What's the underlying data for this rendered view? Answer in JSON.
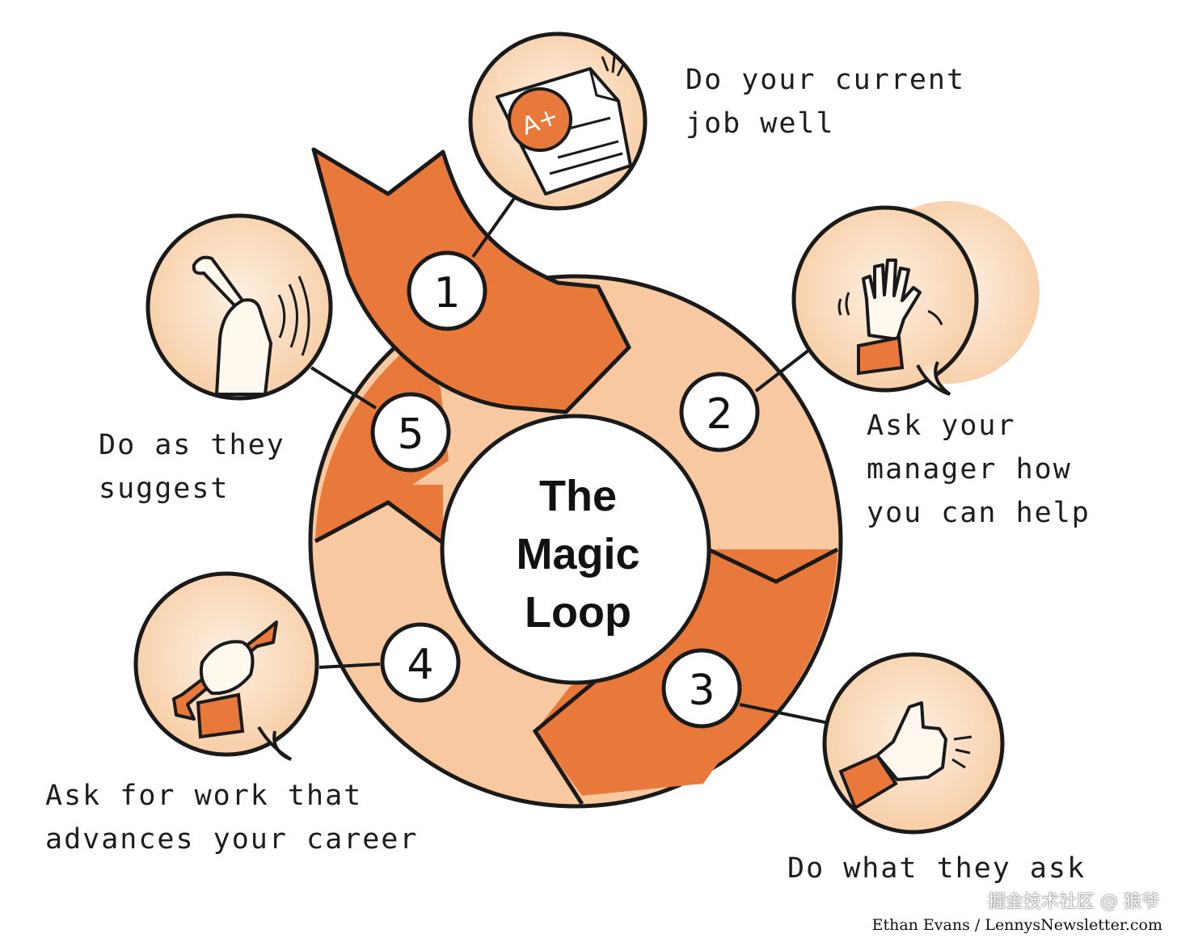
{
  "title": "The\nMagic\nLoop",
  "steps": [
    {
      "number": "1",
      "label": "Do your current\njob well",
      "icon": "a-plus-paper-icon"
    },
    {
      "number": "2",
      "label": "Ask your\nmanager how\nyou can help",
      "icon": "raised-hand-icon"
    },
    {
      "number": "3",
      "label": "Do what they ask",
      "icon": "thumbs-up-icon"
    },
    {
      "number": "4",
      "label": "Ask for work that\nadvances your career",
      "icon": "fist-wrench-icon"
    },
    {
      "number": "5",
      "label": "Do as they\nsuggest",
      "icon": "hand-wrench-icon"
    }
  ],
  "paper_badge": "A+",
  "credit": "Ethan Evans / LennysNewsletter.com",
  "watermark": "掘金技术社区 @ 狼爷",
  "colors": {
    "dark_orange": "#e8793a",
    "light_orange": "#f8c9a0",
    "bubble_fill": "#fbe3cc",
    "outline": "#1a1a1a"
  }
}
